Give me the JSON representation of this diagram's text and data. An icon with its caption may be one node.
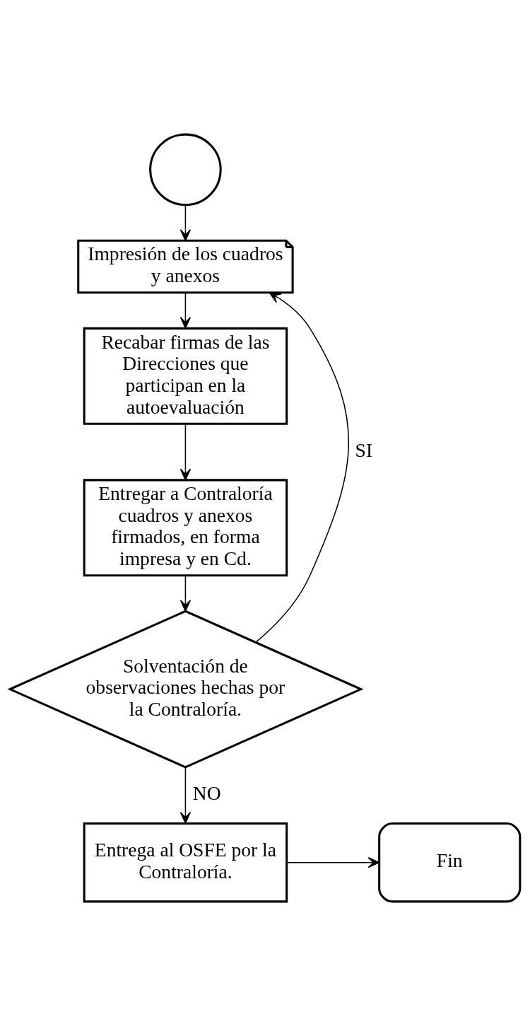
{
  "diagram": {
    "nodes": [
      {
        "text": [],
        "shape": "circle"
      },
      {
        "text": [
          "Impresión de los cuadros y anexos"
        ]
      },
      {
        "text": [
          "Recabar firmas de las Direcciones que participan en la autoevaluación"
        ]
      },
      {
        "text": [
          "Entregar a Contraloría cuadros y anexos firmados, en forma impresa y en Cd."
        ]
      },
      {
        "text": [
          "Solventación de observaciones hechas por la Contraloría."
        ]
      },
      {
        "text": [
          "Entrega al OSFE por la Contraloría."
        ]
      },
      {
        "text": [
          "Fin"
        ]
      }
    ],
    "edges": [
      {
        "from": 0,
        "to": 1,
        "arrow": "to"
      },
      {
        "from": 1,
        "to": 2,
        "arrow": "to"
      },
      {
        "from": 2,
        "to": 3,
        "arrow": "to"
      },
      {
        "from": 3,
        "to": 4,
        "arrow": "to"
      },
      {
        "from": 4,
        "to": 1,
        "arrow": "to",
        "label": "SI"
      },
      {
        "from": 4,
        "to": 5,
        "arrow": "to",
        "label": "NO"
      },
      {
        "from": 5,
        "to": 6,
        "arrow": "to"
      }
    ]
  }
}
